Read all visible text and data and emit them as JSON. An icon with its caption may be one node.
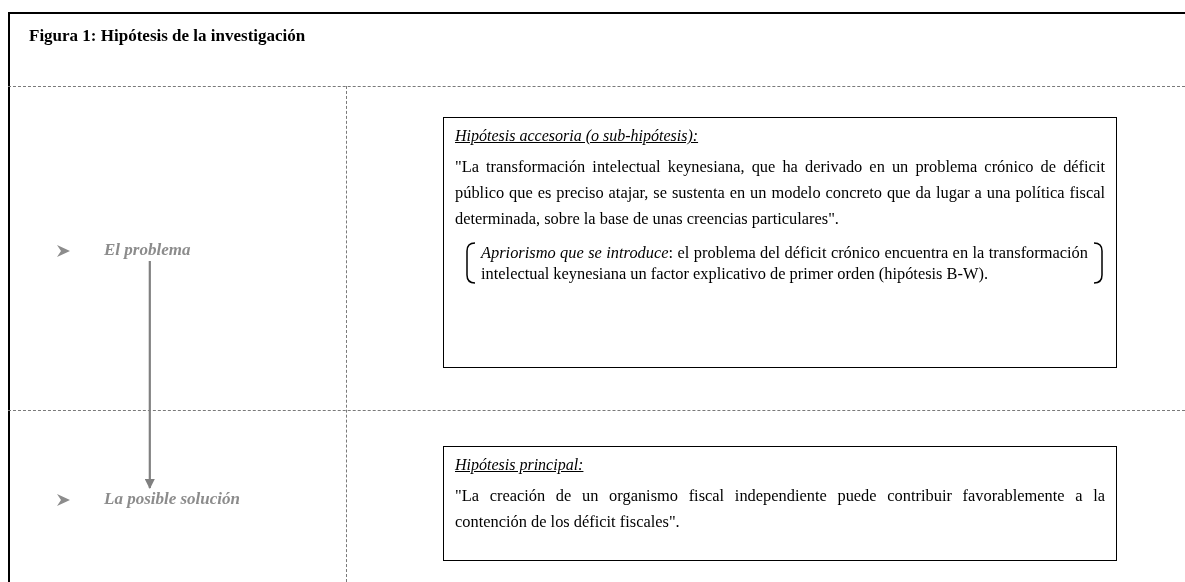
{
  "diagram": {
    "title": "Figura 1: Hipótesis de la investigación",
    "nodes": [
      {
        "text": [
          "El problema"
        ]
      },
      {
        "text": [
          "La posible solución"
        ]
      },
      {
        "text": [
          "Hipótesis accesoria (o sub-hipótesis):",
          "\"La transformación intelectual keynesiana, que ha derivado en un problema crónico de déficit público que es preciso atajar, se sustenta en un modelo concreto que da lugar a una política fiscal determinada, sobre la base de unas creencias particulares\"."
        ]
      },
      {
        "text": [
          "*Apriorismo que se introduce*: el problema del déficit crónico encuentra en la transformación intelectual keynesiana un factor explicativo de primer orden (hipótesis B-W)."
        ],
        "in": 2
      },
      {
        "text": [
          "Hipótesis principal:",
          "\"La creación de un organismo fiscal independiente puede contribuir favorablemente a la contención de los déficit fiscales\"."
        ]
      }
    ],
    "edges": [
      {
        "from": 0,
        "to": 1,
        "arrow": "to"
      }
    ]
  }
}
